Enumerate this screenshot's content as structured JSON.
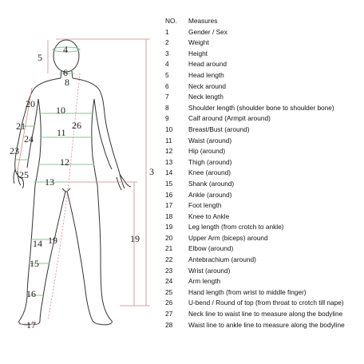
{
  "header": {
    "no": "NO.",
    "measures": "Measures"
  },
  "measures": [
    {
      "no": "1",
      "label": "Gender / Sex"
    },
    {
      "no": "2",
      "label": "Weight"
    },
    {
      "no": "3",
      "label": "Height"
    },
    {
      "no": "4",
      "label": "Head around"
    },
    {
      "no": "5",
      "label": "Head length"
    },
    {
      "no": "6",
      "label": "Neck around"
    },
    {
      "no": "7",
      "label": "Neck length"
    },
    {
      "no": "8",
      "label": "Shoulder length (shoulder bone to shoulder bone)"
    },
    {
      "no": "9",
      "label": "Calf around (Armpit around)"
    },
    {
      "no": "10",
      "label": "Breast/Bust (around)"
    },
    {
      "no": "11",
      "label": "Waist (around)"
    },
    {
      "no": "12",
      "label": "Hip (around)"
    },
    {
      "no": "13",
      "label": "Thigh (around)"
    },
    {
      "no": "14",
      "label": "Knee (around)"
    },
    {
      "no": "15",
      "label": "Shank (around)"
    },
    {
      "no": "16",
      "label": "Ankle (around)"
    },
    {
      "no": "17",
      "label": "Foot length"
    },
    {
      "no": "18",
      "label": "Knee to Ankle"
    },
    {
      "no": "19",
      "label": "Leg length (from crotch to ankle)"
    },
    {
      "no": "20",
      "label": "Upper Arm (biceps) around"
    },
    {
      "no": "21",
      "label": "Elbow (around)"
    },
    {
      "no": "22",
      "label": "Antebrachium (around)"
    },
    {
      "no": "23",
      "label": "Wrist (around)"
    },
    {
      "no": "24",
      "label": "Arm length"
    },
    {
      "no": "25",
      "label": "Hand length (from wrist to middle finger)"
    },
    {
      "no": "26",
      "label": "U-bend / Round of top (from throat to crotch till nape)"
    },
    {
      "no": "27",
      "label": "Neck line to waist line to measure along the bodyline"
    },
    {
      "no": "28",
      "label": "Waist line to ankle line to measure along the bodyline"
    }
  ],
  "figure_labels": {
    "n3": "3",
    "n4": "4",
    "n5": "5",
    "n6": "6",
    "n8": "8",
    "n10": "10",
    "n11": "11",
    "n12": "12",
    "n13": "13",
    "n14": "14",
    "n15": "15",
    "n16": "16",
    "n17": "17",
    "n19a": "19",
    "n19b": "19",
    "n20": "20",
    "n21": "21",
    "n23": "23",
    "n24": "24",
    "n25": "25",
    "n26": "26"
  },
  "colors": {
    "outline": "#333333",
    "guide_red": "#c98a8a",
    "guide_green": "#8fbf95"
  }
}
